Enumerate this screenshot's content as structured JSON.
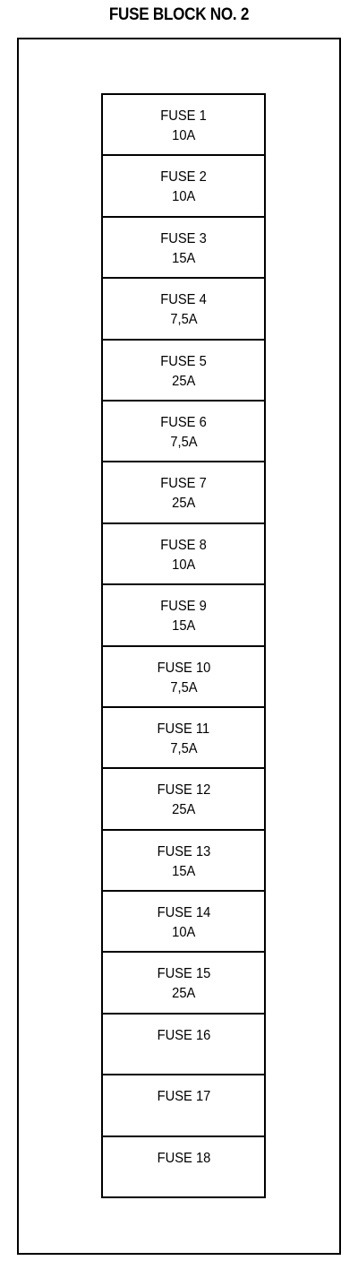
{
  "title": "FUSE BLOCK NO. 2",
  "fuses": [
    {
      "label": "FUSE 1",
      "rating": "10A"
    },
    {
      "label": "FUSE 2",
      "rating": "10A"
    },
    {
      "label": "FUSE 3",
      "rating": "15A"
    },
    {
      "label": "FUSE 4",
      "rating": "7,5A"
    },
    {
      "label": "FUSE 5",
      "rating": "25A"
    },
    {
      "label": "FUSE 6",
      "rating": "7,5A"
    },
    {
      "label": "FUSE 7",
      "rating": "25A"
    },
    {
      "label": "FUSE 8",
      "rating": "10A"
    },
    {
      "label": "FUSE 9",
      "rating": "15A"
    },
    {
      "label": "FUSE 10",
      "rating": "7,5A"
    },
    {
      "label": "FUSE 11",
      "rating": "7,5A"
    },
    {
      "label": "FUSE 12",
      "rating": "25A"
    },
    {
      "label": "FUSE 13",
      "rating": "15A"
    },
    {
      "label": "FUSE 14",
      "rating": "10A"
    },
    {
      "label": "FUSE 15",
      "rating": "25A"
    },
    {
      "label": "FUSE 16",
      "rating": ""
    },
    {
      "label": "FUSE 17",
      "rating": ""
    },
    {
      "label": "FUSE 18",
      "rating": ""
    }
  ]
}
